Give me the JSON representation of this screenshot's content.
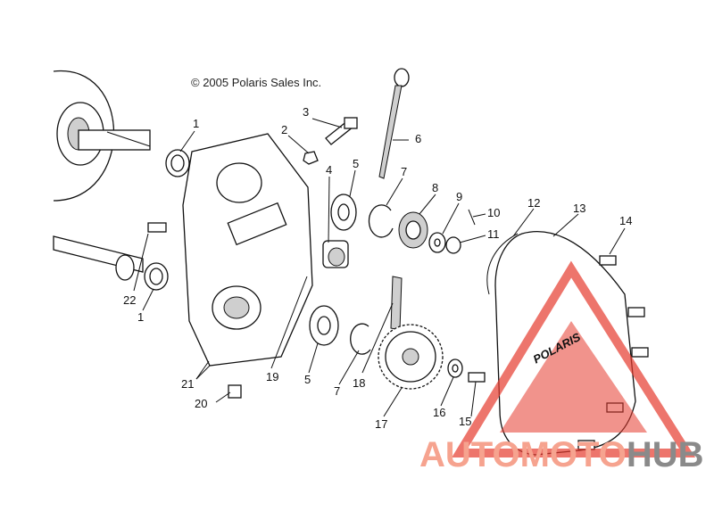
{
  "copyright": "© 2005 Polaris Sales Inc.",
  "watermark": {
    "brand_left": "AUTOMOTO",
    "brand_right": "HUB",
    "color_left": "#f6a38f",
    "color_right": "#8a8a8a",
    "triangle_color": "#e63b2e"
  },
  "cover_logo": "POLARIS",
  "callouts": {
    "c1a": "1",
    "c1b": "1",
    "c2": "2",
    "c3": "3",
    "c4": "4",
    "c5a": "5",
    "c5b": "5",
    "c6": "6",
    "c7a": "7",
    "c7b": "7",
    "c8": "8",
    "c9": "9",
    "c10": "10",
    "c11": "11",
    "c12": "12",
    "c13": "13",
    "c14": "14",
    "c15": "15",
    "c16": "16",
    "c17": "17",
    "c18": "18",
    "c19": "19",
    "c20": "20",
    "c21": "21",
    "c22": "22"
  }
}
